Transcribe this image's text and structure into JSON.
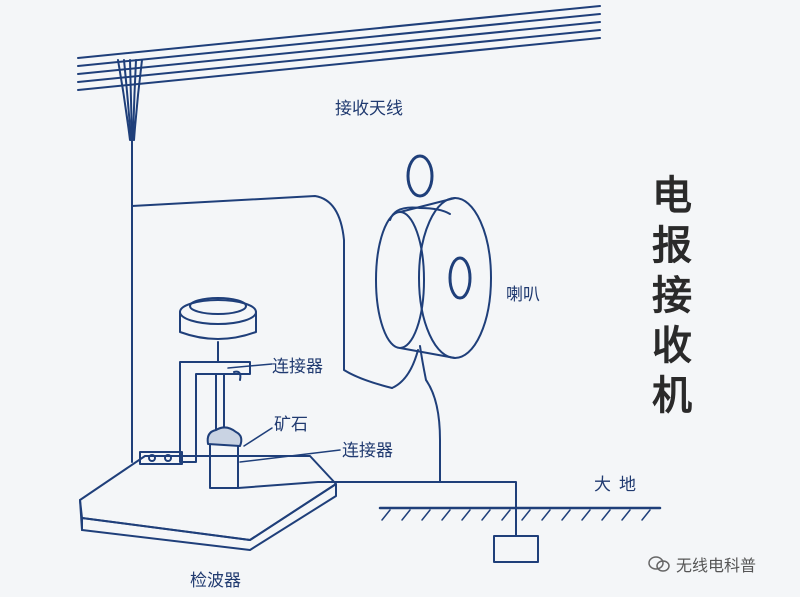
{
  "labels": {
    "antenna": "接收天线",
    "speaker": "喇叭",
    "connector_top": "连接器",
    "ore": "矿石",
    "connector_bottom": "连接器",
    "ground": "大地",
    "detector": "检波器"
  },
  "title_chars": [
    "电",
    "报",
    "接",
    "收",
    "机"
  ],
  "watermark": "无线电科普",
  "colors": {
    "line": "#1f3f7a",
    "background": "#f4f6f8",
    "title": "#2a2a2a"
  }
}
